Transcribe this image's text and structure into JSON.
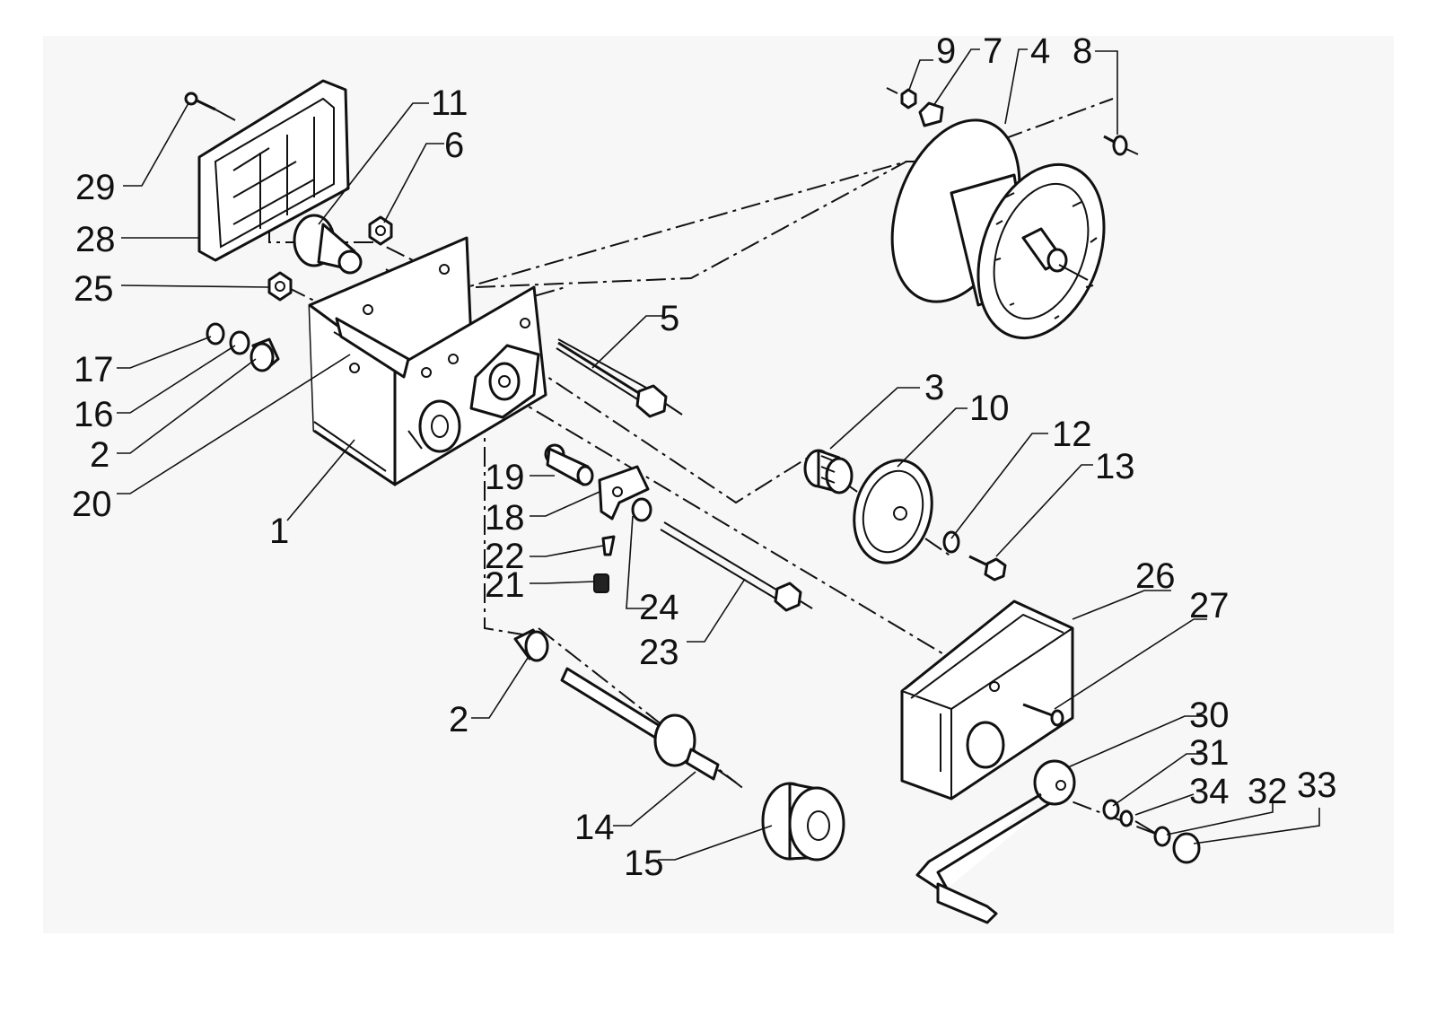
{
  "diagram": {
    "callouts": [
      {
        "id": "c1",
        "text": "1"
      },
      {
        "id": "c2a",
        "text": "2"
      },
      {
        "id": "c2b",
        "text": "2"
      },
      {
        "id": "c3",
        "text": "3"
      },
      {
        "id": "c4",
        "text": "4"
      },
      {
        "id": "c5",
        "text": "5"
      },
      {
        "id": "c6",
        "text": "6"
      },
      {
        "id": "c7",
        "text": "7"
      },
      {
        "id": "c8",
        "text": "8"
      },
      {
        "id": "c9",
        "text": "9"
      },
      {
        "id": "c10",
        "text": "10"
      },
      {
        "id": "c11",
        "text": "11"
      },
      {
        "id": "c12",
        "text": "12"
      },
      {
        "id": "c13",
        "text": "13"
      },
      {
        "id": "c14",
        "text": "14"
      },
      {
        "id": "c15",
        "text": "15"
      },
      {
        "id": "c16",
        "text": "16"
      },
      {
        "id": "c17",
        "text": "17"
      },
      {
        "id": "c18",
        "text": "18"
      },
      {
        "id": "c19",
        "text": "19"
      },
      {
        "id": "c20",
        "text": "20"
      },
      {
        "id": "c21",
        "text": "21"
      },
      {
        "id": "c22",
        "text": "22"
      },
      {
        "id": "c23",
        "text": "23"
      },
      {
        "id": "c24",
        "text": "24"
      },
      {
        "id": "c25",
        "text": "25"
      },
      {
        "id": "c26",
        "text": "26"
      },
      {
        "id": "c27",
        "text": "27"
      },
      {
        "id": "c28",
        "text": "28"
      },
      {
        "id": "c29",
        "text": "29"
      },
      {
        "id": "c30",
        "text": "30"
      },
      {
        "id": "c31",
        "text": "31"
      },
      {
        "id": "c32",
        "text": "32"
      },
      {
        "id": "c33",
        "text": "33"
      },
      {
        "id": "c34",
        "text": "34"
      }
    ]
  }
}
